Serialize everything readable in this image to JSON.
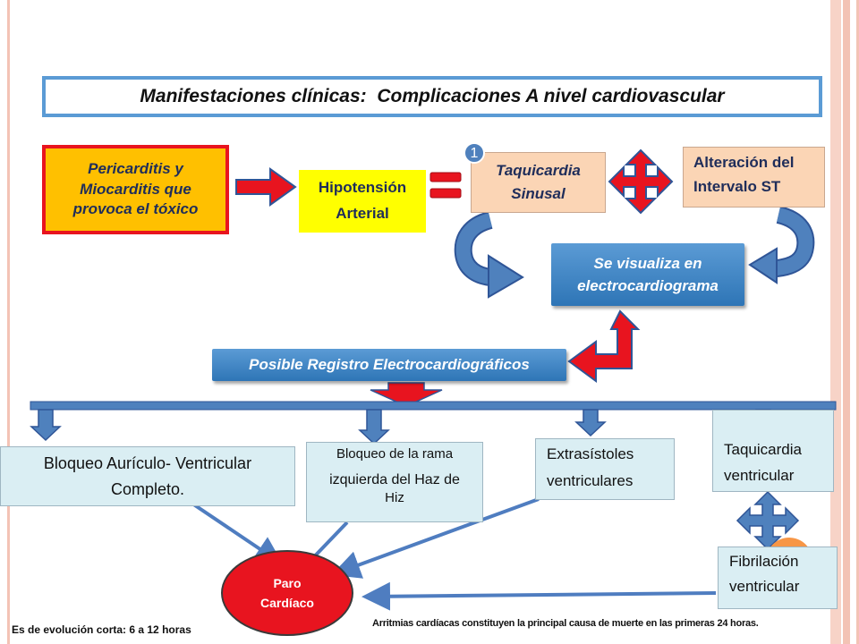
{
  "title": "Manifestaciones clínicas:  Complicaciones A nivel cardiovascular",
  "pericarditis": {
    "line1": "Pericarditis y",
    "line2": "Miocarditis que",
    "line3": "provoca el tóxico"
  },
  "hipotension": {
    "line1": "Hipotensión",
    "line2": "Arterial"
  },
  "badge": "1",
  "taquicardia_sinusal": {
    "line1": "Taquicardia",
    "line2": "Sinusal"
  },
  "alteracion": {
    "line1": "Alteración del",
    "line2": "Intervalo ST"
  },
  "se_visualiza": {
    "line1": "Se visualiza en",
    "line2": "electrocardiograma"
  },
  "registro": "Posible Registro Electrocardiográficos",
  "bloqueo_av": {
    "line1": "Bloqueo Aurículo- Ventricular",
    "line2": "Completo."
  },
  "bloqueo_rama": {
    "line1": "Bloqueo de la rama",
    "line2": "izquierda del Haz de",
    "line3": "Hiz"
  },
  "extrasistoles": {
    "line1": "Extrasístoles",
    "line2": "ventriculares"
  },
  "taquicardia_ventricular": {
    "line1": "Taquicardia",
    "line2": "ventricular"
  },
  "fibrilacion": {
    "line1": "Fibrilación",
    "line2": "ventricular"
  },
  "paro": {
    "line1": "Paro",
    "line2": "Cardíaco"
  },
  "footer_left": "Es de evolución corta: 6 a 12 horas",
  "footer_right": "Arritmias cardíacas constituyen la principal causa de muerte en las primeras 24 horas.",
  "colors": {
    "accent_blue": "#5b9bd5",
    "red": "#e8141f",
    "light_blue": "#daeef3",
    "peach": "#fbd5b5",
    "yellow": "#ffff00",
    "orange": "#ffc000",
    "border_salmon": "#f3c3b5"
  }
}
